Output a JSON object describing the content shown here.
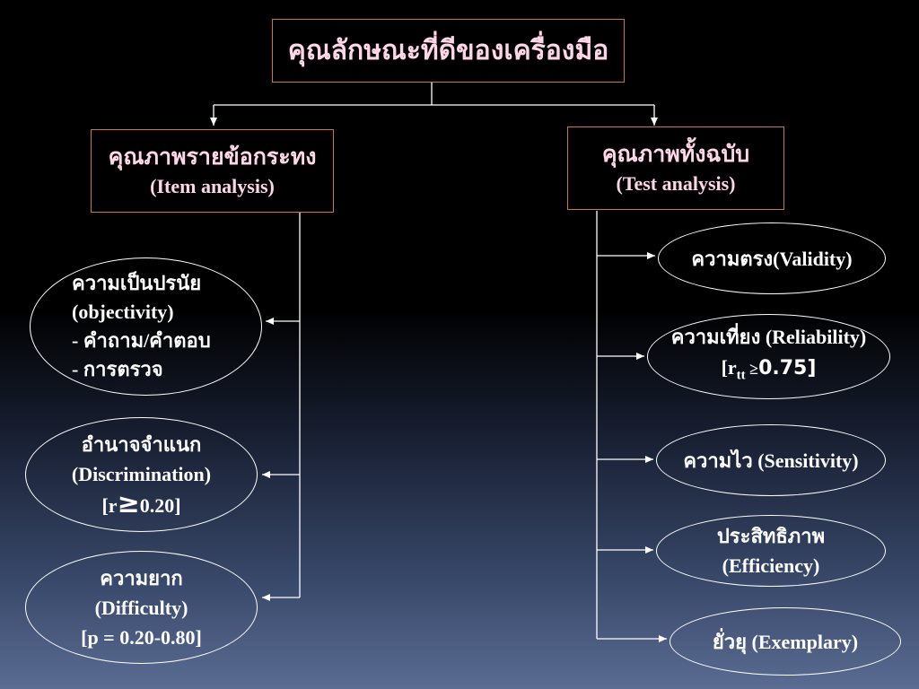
{
  "root": {
    "label": "คุณลักษณะที่ดีของเครื่องมือ"
  },
  "item_branch": {
    "title": "คุณภาพรายข้อกระทง",
    "subtitle": "(Item analysis)",
    "children": [
      {
        "lines": [
          "ความเป็นปรนัย",
          "(objectivity)",
          "- คำถาม/คำตอบ",
          "- การตรวจ"
        ]
      },
      {
        "lines": [
          "อำนาจจำแนก",
          "(Discrimination)"
        ],
        "criterion": {
          "open": "[r",
          "symbol": "≥",
          "value": "0.20]"
        }
      },
      {
        "lines": [
          "ความยาก",
          "(Difficulty)",
          "[p = 0.20-0.80]"
        ]
      }
    ]
  },
  "test_branch": {
    "title": "คุณภาพทั้งฉบับ",
    "subtitle": "(Test analysis)",
    "children": [
      {
        "lines": [
          "ความตรง(Validity)"
        ]
      },
      {
        "lines": [
          "ความเที่ยง (Reliability)"
        ],
        "criterion": {
          "open": "[r",
          "sub": "tt",
          "symbol": " ≥",
          "value": "0.75]"
        }
      },
      {
        "lines": [
          "ความไว (Sensitivity)"
        ]
      },
      {
        "lines": [
          "ประสิทธิภาพ",
          "(Efficiency)"
        ]
      },
      {
        "lines": [
          "ยั่วยุ (Exemplary)"
        ]
      }
    ]
  },
  "colors": {
    "background": "#000000",
    "box_border": "#c8783c",
    "title_text": "#ffd6e8",
    "text": "#ffffff",
    "connector": "#ffffff"
  }
}
